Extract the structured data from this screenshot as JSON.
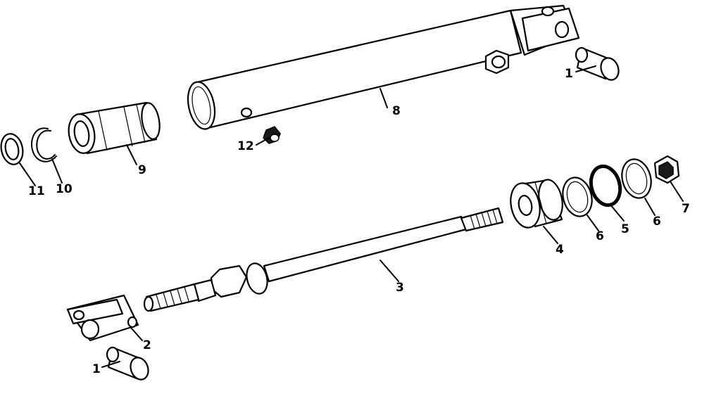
{
  "callouts": {
    "c1_top": "1",
    "c8": "8",
    "c12": "12",
    "c11": "11",
    "c10": "10",
    "c9": "9",
    "c7": "7",
    "c6_right": "6",
    "c5": "5",
    "c6_left": "6",
    "c4": "4",
    "c3": "3",
    "c2": "2",
    "c1_bottom": "1"
  }
}
